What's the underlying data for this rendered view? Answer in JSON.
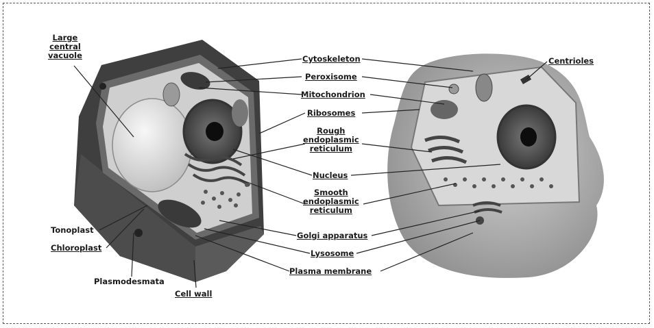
{
  "labels": {
    "large_central_vacuole": [
      "Large",
      "central",
      "vacuole"
    ],
    "cytoskeleton": "Cytoskeleton",
    "peroxisome": "Peroxisome",
    "mitochondrion": "Mitochondrion",
    "ribosomes": "Ribosomes",
    "rough_er": [
      "Rough",
      "endoplasmic",
      "reticulum"
    ],
    "nucleus": "Nucleus",
    "smooth_er": [
      "Smooth",
      "endoplasmic",
      "reticulum"
    ],
    "golgi": "Golgi apparatus",
    "lysosome": "Lysosome",
    "plasma_membrane": "Plasma membrane",
    "centrioles": "Centrioles",
    "tonoplast": "Tonoplast",
    "chloroplast": "Chloroplast",
    "plasmodesmata": "Plasmodesmata",
    "cell_wall": "Cell wall"
  },
  "colors": {
    "wall_dark": "#4a4a4a",
    "cytoplasm": "#c9c9c9",
    "vacuole": "#e6e6e6",
    "nucleus": "#555555",
    "nucleolus": "#111111",
    "line": "#222222"
  }
}
